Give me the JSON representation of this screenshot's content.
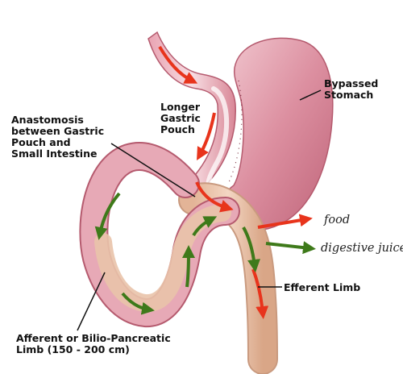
{
  "labels": {
    "bypassed_stomach": [
      "Bypassed",
      "Stomach"
    ],
    "longer_pouch": [
      "Longer",
      "Gastric",
      "Pouch"
    ],
    "anastomosis": [
      "Anastomosis",
      "between Gastric",
      "Pouch and",
      "Small Intestine"
    ],
    "efferent_limb": "Efferent Limb",
    "afferent_limb": [
      "Afferent or Bilio-Pancreatic",
      "Limb (150 - 200 cm)"
    ]
  },
  "legend": {
    "food": "food",
    "digestive_juice": "digestive juice"
  },
  "colors": {
    "stomach": "#d98a9a",
    "stomach_dark": "#b45c70",
    "stomach_light": "#f0c3cc",
    "intestine": "#e9c0a7",
    "intestine_dark": "#c99a7f",
    "food_arrow": "#e8341c",
    "juice_arrow": "#3e7a1a"
  }
}
